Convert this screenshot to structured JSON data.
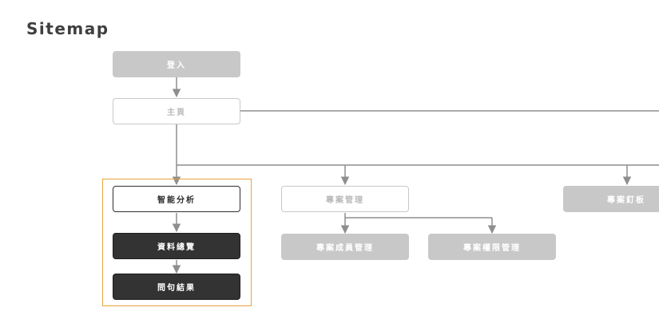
{
  "page": {
    "title": "Sitemap"
  },
  "nodes": {
    "login": "登入",
    "home": "主頁",
    "smart_analysis": "智能分析",
    "data_overview": "資料總覽",
    "question_results": "問句結果",
    "project_management": "專案管理",
    "project_member_management": "專案成員管理",
    "project_permission_management": "專案權限管理",
    "project_pinboard": "專案釘板"
  },
  "colors": {
    "connector": "#8e8e8e",
    "highlight_border": "#e8a33c",
    "node_gray": "#c8c8c8",
    "node_dark": "#333333"
  }
}
